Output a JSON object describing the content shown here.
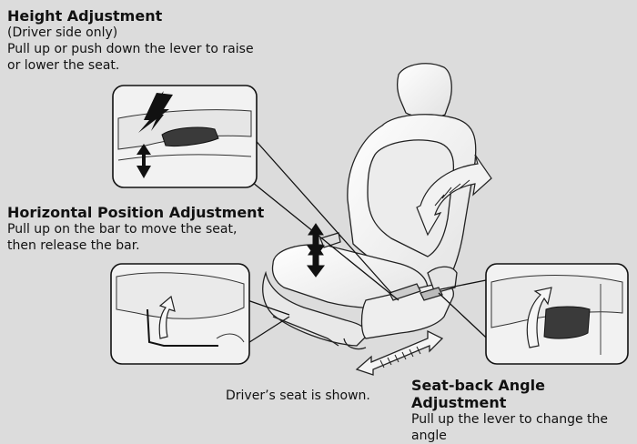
{
  "height": {
    "title": "Height Adjustment",
    "note": "(Driver side only)",
    "line1": "Pull up or push down the lever to raise",
    "line2": "or lower the seat."
  },
  "horizontal": {
    "title": "Horizontal Position Adjustment",
    "line1": "Pull up on the bar to move the seat,",
    "line2": "then release the bar."
  },
  "seatback": {
    "title": "Seat-back Angle Adjustment",
    "line1": "Pull up the lever to change the",
    "line2": "angle"
  },
  "caption": "Driver’s seat is shown.",
  "colors": {
    "background": "#dcdcdc",
    "seat_fill": "#f4f4f4",
    "outline": "#111111",
    "lever": "#3a3a3a"
  }
}
